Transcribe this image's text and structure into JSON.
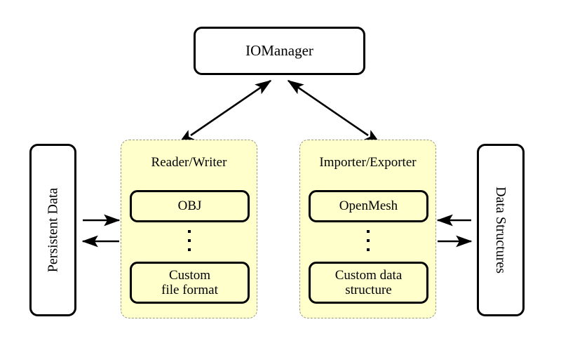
{
  "diagram": {
    "title_node": {
      "label": "IOManager"
    },
    "left_side": {
      "label": "Persistent Data"
    },
    "right_side": {
      "label": "Data Structures"
    },
    "groups": [
      {
        "name": "reader-writer",
        "title": "Reader/Writer",
        "top_item": "OBJ",
        "ellipsis": "⋮",
        "bottom_item_line1": "Custom",
        "bottom_item_line2": "file format"
      },
      {
        "name": "importer-exporter",
        "title": "Importer/Exporter",
        "top_item": "OpenMesh",
        "ellipsis": "⋮",
        "bottom_item_line1": "Custom data",
        "bottom_item_line2": "structure"
      }
    ],
    "connections": [
      {
        "name": "iomanager-to-readerwriter",
        "type": "double-arrow"
      },
      {
        "name": "iomanager-to-importerexporter",
        "type": "double-arrow"
      },
      {
        "name": "persistent-data-to-readerwriter",
        "type": "arrow-right"
      },
      {
        "name": "readerwriter-to-persistent-data",
        "type": "arrow-left"
      },
      {
        "name": "data-structures-to-importerexporter",
        "type": "arrow-left"
      },
      {
        "name": "importerexporter-to-data-structures",
        "type": "arrow-right"
      }
    ],
    "colors": {
      "group_fill": "#FFFFCC",
      "group_border": "#9A9A86",
      "node_border": "#000000",
      "background": "#FFFFFF"
    }
  }
}
